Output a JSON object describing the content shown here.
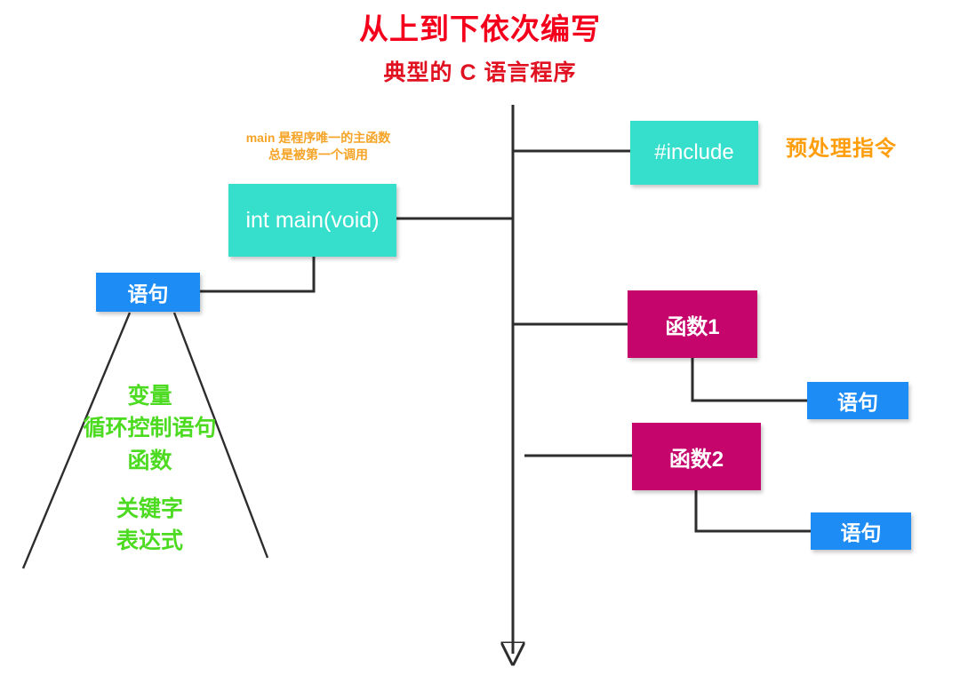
{
  "titles": {
    "main": "从上到下依次编写",
    "sub": "典型的 C 语言程序"
  },
  "annotations": {
    "main_note_line1": "main 是程序唯一的主函数",
    "main_note_line2": "总是被第一个调用",
    "preprocessor_label": "预处理指令"
  },
  "boxes": {
    "include": "#include",
    "main_function": "int main(void)",
    "statement_left": "语句",
    "function1": "函数1",
    "function2": "函数2",
    "statement_f1": "语句",
    "statement_f2": "语句"
  },
  "keywords": [
    "变量",
    "循环控制语句",
    "函数",
    "关键字",
    "表达式"
  ],
  "colors": {
    "title_red": "#f4001c",
    "subtitle_red": "#e01120",
    "annotation_orange": "#f6a427",
    "preprocessor_orange": "#ff9d0b",
    "teal": "#36decc",
    "blue": "#1e8cf5",
    "crimson": "#c5046c",
    "keyword_green": "#4ddb21",
    "wire": "#2d2d2d"
  }
}
